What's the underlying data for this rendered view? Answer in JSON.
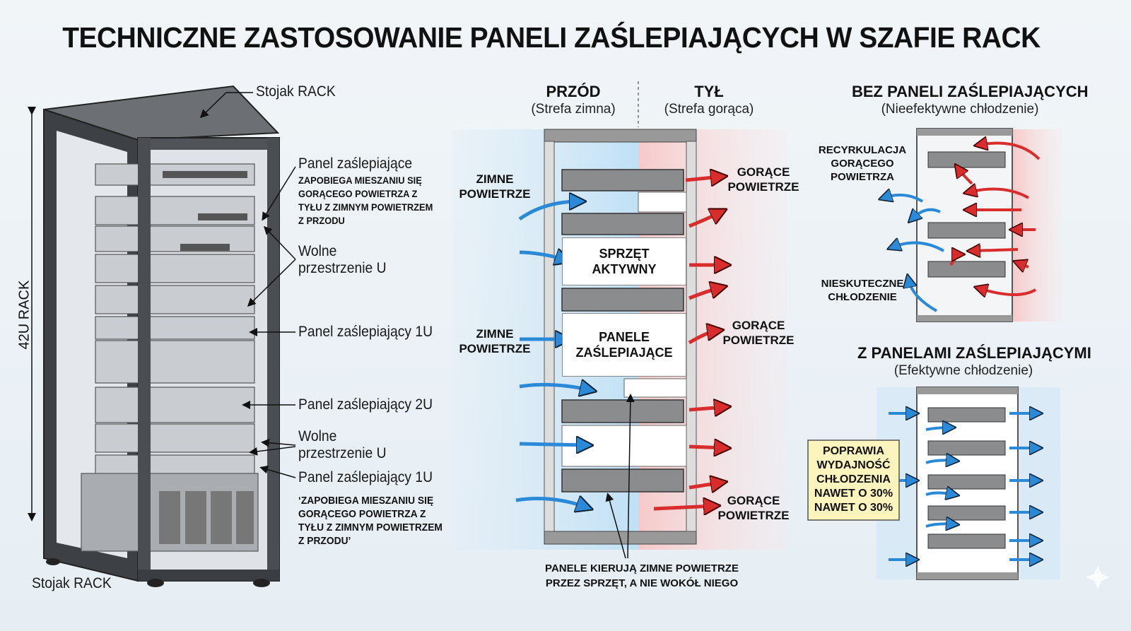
{
  "title": "TECHNICZNE ZASTOSOWANIE PANELI ZAŚLEPIAJĄCYCH W SZAFIE RACK",
  "left": {
    "rack_label_top": "Stojak RACK",
    "rack_label_bottom": "Stojak RACK",
    "height_label": "42U RACK",
    "labels": {
      "panel_top": "Panel zaślepiające",
      "panel_top_desc": [
        "ZAPOBIEGA MIESZANIU SIĘ",
        "GORĄCEGO POWIETRZA Z",
        "TYŁU Z ZIMNYM POWIETRZEM",
        "Z PRZODU"
      ],
      "free_u_1": [
        "Wolne",
        "przestrzenie U"
      ],
      "panel_1u_a": "Panel zaślepiający 1U",
      "panel_2u": "Panel zaślepiający 2U",
      "free_u_2": [
        "Wolne",
        "przestrzenie U"
      ],
      "panel_1u_b": "Panel zaślepiający 1U",
      "panel_bottom_desc": [
        "‘ZAPOBIEGA MIESZANIU SIĘ",
        "GORĄCEGO POWIETRZA Z",
        "TYŁU Z ZIMNYM POWIETRZEM",
        "Z PRZODU’"
      ]
    }
  },
  "middle": {
    "front_title": "PRZÓD",
    "front_sub": "(Strefa zimna)",
    "back_title": "TYŁ",
    "back_sub": "(Strefa gorąca)",
    "cold_air": [
      "ZIMNE",
      "POWIETRZE"
    ],
    "hot_air": [
      "GORĄCE",
      "POWIETRZE"
    ],
    "active_equipment": [
      "SPRZĘT",
      "AKTYWNY"
    ],
    "blanking_panels": [
      "PANELE",
      "ZAŚLEPIAJĄCE"
    ],
    "caption": [
      "PANELE KIERUJĄ ZIMNE POWIETRZE",
      "PRZEZ SPRZĘT, A NIE WOKÓŁ NIEGO"
    ]
  },
  "right_top": {
    "title": "BEZ PANELI ZAŚLEPIAJĄCYCH",
    "sub": "(Nieefektywne chłodzenie)",
    "recirculation": [
      "RECYRKULACJA",
      "GORĄCEGO",
      "POWIETRZA"
    ],
    "ineffective": [
      "NIESKUTECZNE",
      "CHŁODZENIE"
    ]
  },
  "right_bottom": {
    "title": "Z PANELAMI ZAŚLEPIAJĄCYMI",
    "sub": "(Efektywne chłodzenie)",
    "callout": [
      "POPRAWIA",
      "WYDAJNOŚĆ",
      "CHŁODZENIA",
      "NAWET O 30%",
      "NAWET O 30%"
    ]
  },
  "colors": {
    "cold": "#2a8ad8",
    "hot": "#d92d2d",
    "panel": "#8a8c8e",
    "callout": "#fbf4bd"
  }
}
